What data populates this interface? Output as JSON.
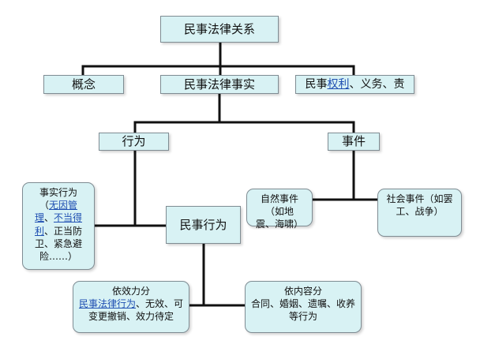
{
  "nodes": {
    "root": {
      "label": "民事法律关系"
    },
    "concept": {
      "label": "概念"
    },
    "fact": {
      "label": "民事法律事实"
    },
    "rights": {
      "prefix": "民事",
      "link": "权利",
      "suffix": "、义务、责"
    },
    "action": {
      "label": "行为"
    },
    "event": {
      "label": "事件"
    },
    "factual_action": {
      "line1": "事实行为",
      "line2_prefix": "（",
      "line2_link": "无因管",
      "line3_link": "理",
      "line3_sep": "、",
      "line3_link2": "不当得",
      "line4_link": "利",
      "line4_suffix": "、正当防",
      "line5": "卫、紧急避",
      "line6": "险……）"
    },
    "civil_action": {
      "label": "民事行为"
    },
    "natural_event": {
      "line1": "自然事件（如地",
      "line2": "震、海啸）"
    },
    "social_event": {
      "line1": "社会事件（如罢",
      "line2": "工、战争）"
    },
    "effect": {
      "title": "依效力分",
      "line2_link": "民事法律行为",
      "line2_suffix": "、无效、可",
      "line3": "变更撤销、效力待定"
    },
    "content": {
      "title": "依内容分",
      "line2": "合同、婚姻、遗嘱、收养",
      "line3": "等行为"
    }
  }
}
